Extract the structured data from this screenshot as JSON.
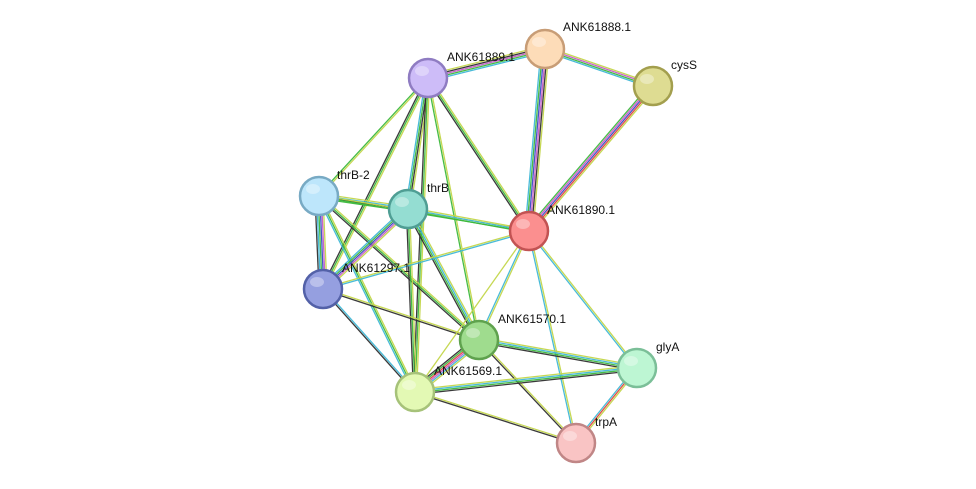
{
  "network": {
    "nodes": [
      {
        "id": "ANK61888.1",
        "label": "ANK61888.1",
        "fill": "#fddcb8",
        "stroke": "#c89d76"
      },
      {
        "id": "ANK61889.1",
        "label": "ANK61889.1",
        "fill": "#cdbcf8",
        "stroke": "#8f7cc2"
      },
      {
        "id": "cysS",
        "label": "cysS",
        "fill": "#dedc92",
        "stroke": "#a39f4e"
      },
      {
        "id": "thrB-2",
        "label": "thrB-2",
        "fill": "#bde6fb",
        "stroke": "#78aac4"
      },
      {
        "id": "thrB",
        "label": "thrB",
        "fill": "#94ddd2",
        "stroke": "#4f9e94"
      },
      {
        "id": "ANK61890.1",
        "label": "ANK61890.1",
        "fill": "#fb8f8f",
        "stroke": "#c25353"
      },
      {
        "id": "ANK61297.1",
        "label": "ANK61297.1",
        "fill": "#959fe0",
        "stroke": "#5361a8"
      },
      {
        "id": "ANK61570.1",
        "label": "ANK61570.1",
        "fill": "#9fdc8e",
        "stroke": "#5fa24e"
      },
      {
        "id": "glyA",
        "label": "glyA",
        "fill": "#bdf6d3",
        "stroke": "#7bbf98"
      },
      {
        "id": "ANK61569.1",
        "label": "ANK61569.1",
        "fill": "#e3f9b4",
        "stroke": "#a6c279"
      },
      {
        "id": "trpA",
        "label": "trpA",
        "fill": "#f9c4c4",
        "stroke": "#c08686"
      }
    ],
    "edge_colors": {
      "textmining": "#c3d64a",
      "database": "#3fb7d6",
      "coexpression": "#2f2f2f",
      "experiments": "#c75bc7",
      "neighborhood": "#3cb83c",
      "fusion": "#e0433f",
      "cooccurrence": "#3a4bc4",
      "homology": "#9d9dda"
    },
    "edges": [
      {
        "source": "ANK61889.1",
        "target": "ANK61888.1",
        "types": [
          "textmining",
          "coexpression",
          "experiments",
          "neighborhood",
          "database"
        ]
      },
      {
        "source": "ANK61888.1",
        "target": "cysS",
        "types": [
          "textmining",
          "experiments",
          "neighborhood",
          "database"
        ]
      },
      {
        "source": "ANK61888.1",
        "target": "ANK61890.1",
        "types": [
          "textmining",
          "coexpression",
          "experiments",
          "cooccurrence",
          "neighborhood",
          "database"
        ]
      },
      {
        "source": "cysS",
        "target": "ANK61890.1",
        "types": [
          "textmining",
          "fusion",
          "cooccurrence",
          "experiments",
          "neighborhood"
        ]
      },
      {
        "source": "ANK61889.1",
        "target": "ANK61890.1",
        "types": [
          "textmining",
          "neighborhood",
          "coexpression"
        ]
      },
      {
        "source": "ANK61889.1",
        "target": "thrB-2",
        "types": [
          "textmining",
          "neighborhood"
        ]
      },
      {
        "source": "ANK61889.1",
        "target": "thrB",
        "types": [
          "textmining",
          "coexpression",
          "neighborhood",
          "database"
        ]
      },
      {
        "source": "ANK61889.1",
        "target": "ANK61297.1",
        "types": [
          "textmining",
          "neighborhood",
          "coexpression"
        ]
      },
      {
        "source": "ANK61889.1",
        "target": "ANK61570.1",
        "types": [
          "textmining",
          "neighborhood"
        ]
      },
      {
        "source": "ANK61889.1",
        "target": "ANK61569.1",
        "types": [
          "textmining",
          "neighborhood",
          "coexpression"
        ]
      },
      {
        "source": "thrB-2",
        "target": "thrB",
        "types": [
          "textmining",
          "database",
          "coexpression",
          "neighborhood"
        ]
      },
      {
        "source": "thrB-2",
        "target": "ANK61890.1",
        "types": [
          "textmining",
          "neighborhood"
        ]
      },
      {
        "source": "thrB-2",
        "target": "ANK61297.1",
        "types": [
          "textmining",
          "experiments",
          "cooccurrence",
          "neighborhood",
          "database",
          "coexpression"
        ]
      },
      {
        "source": "thrB-2",
        "target": "ANK61570.1",
        "types": [
          "textmining",
          "neighborhood",
          "coexpression"
        ]
      },
      {
        "source": "thrB-2",
        "target": "ANK61569.1",
        "types": [
          "textmining",
          "neighborhood",
          "database"
        ]
      },
      {
        "source": "thrB",
        "target": "ANK61890.1",
        "types": [
          "textmining",
          "database",
          "neighborhood"
        ]
      },
      {
        "source": "thrB",
        "target": "ANK61297.1",
        "types": [
          "textmining",
          "experiments",
          "cooccurrence",
          "neighborhood",
          "database"
        ]
      },
      {
        "source": "thrB",
        "target": "ANK61570.1",
        "types": [
          "textmining",
          "database",
          "neighborhood",
          "coexpression"
        ]
      },
      {
        "source": "thrB",
        "target": "ANK61569.1",
        "types": [
          "textmining",
          "neighborhood",
          "coexpression"
        ]
      },
      {
        "source": "ANK61297.1",
        "target": "ANK61890.1",
        "types": [
          "textmining",
          "database"
        ]
      },
      {
        "source": "ANK61297.1",
        "target": "ANK61570.1",
        "types": [
          "textmining",
          "coexpression"
        ]
      },
      {
        "source": "ANK61297.1",
        "target": "ANK61569.1",
        "types": [
          "database",
          "coexpression"
        ]
      },
      {
        "source": "ANK61890.1",
        "target": "ANK61570.1",
        "types": [
          "textmining",
          "database"
        ]
      },
      {
        "source": "ANK61890.1",
        "target": "ANK61569.1",
        "types": [
          "textmining"
        ]
      },
      {
        "source": "ANK61890.1",
        "target": "glyA",
        "types": [
          "textmining",
          "database"
        ]
      },
      {
        "source": "ANK61890.1",
        "target": "trpA",
        "types": [
          "textmining",
          "database"
        ]
      },
      {
        "source": "ANK61570.1",
        "target": "ANK61569.1",
        "types": [
          "textmining",
          "database",
          "experiments",
          "fusion",
          "neighborhood",
          "coexpression"
        ]
      },
      {
        "source": "ANK61570.1",
        "target": "glyA",
        "types": [
          "textmining",
          "database",
          "neighborhood",
          "coexpression"
        ]
      },
      {
        "source": "ANK61570.1",
        "target": "trpA",
        "types": [
          "textmining",
          "coexpression"
        ]
      },
      {
        "source": "ANK61569.1",
        "target": "glyA",
        "types": [
          "textmining",
          "database",
          "neighborhood",
          "coexpression"
        ]
      },
      {
        "source": "ANK61569.1",
        "target": "trpA",
        "types": [
          "textmining",
          "coexpression"
        ]
      },
      {
        "source": "glyA",
        "target": "trpA",
        "types": [
          "textmining",
          "fusion",
          "database"
        ]
      }
    ]
  }
}
